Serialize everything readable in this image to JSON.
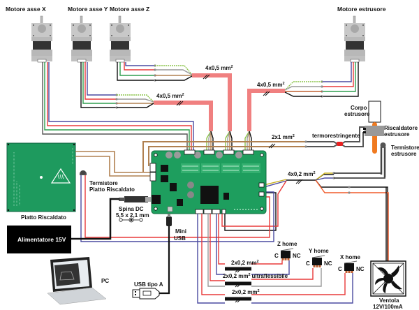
{
  "diagram": {
    "title_motors": {
      "motor_x": "Motore asse X",
      "motor_y": "Motore asse Y",
      "motor_z": "Motore asse Z",
      "motor_e": "Motore estrusore"
    },
    "cables": {
      "bundle_z": "4x0,5 mm",
      "bundle_y": "4x0,5 mm",
      "bundle_e": "4x0,5 mm",
      "heater": "2x1 mm",
      "thermistor_fan": "4x0,2 mm",
      "endstop_z": "2x0,2 mm",
      "endstop_y": "2x0,2 mm",
      "endstop_y_suffix": "ultraflessibile",
      "endstop_x": "2x0,2 mm",
      "sup": "2"
    },
    "components": {
      "heated_bed": "Piatto Riscaldato",
      "bed_thermistor_line1": "Termistore",
      "bed_thermistor_line2": "Piatto Riscaldato",
      "dc_plug_line1": "Spina DC",
      "dc_plug_line2": "5,5 x 2,1 mm",
      "power_supply": "Alimentatore 15V",
      "mini_usb_line1": "Mini",
      "mini_usb_line2": "USB",
      "usb_a": "USB tipo A",
      "pc": "PC",
      "heatshrink": "termorestringente",
      "extruder_body_line1": "Corpo",
      "extruder_body_line2": "estrusore",
      "extruder_heater_line1": "Riscaldatore",
      "extruder_heater_line2": "estrusore",
      "extruder_thermistor_line1": "Termistore",
      "extruder_thermistor_line2": "estrusore",
      "z_home": "Z home",
      "y_home": "Y home",
      "x_home": "X home",
      "switch_c": "C",
      "switch_nc": "NC",
      "fan_line1": "Ventola",
      "fan_line2": "12V/100mA"
    },
    "colors": {
      "board_green": "#1e9e5e",
      "bundle_pink": "#f08080",
      "wire_blue": "#4a4aa0",
      "wire_red": "#e83a3a",
      "wire_green": "#2e9e4e",
      "wire_black": "#1a1a1a",
      "wire_brown": "#b08050",
      "wire_gray": "#999999",
      "wire_orange": "#f05a2a",
      "heater_orange": "#f07a20"
    }
  }
}
